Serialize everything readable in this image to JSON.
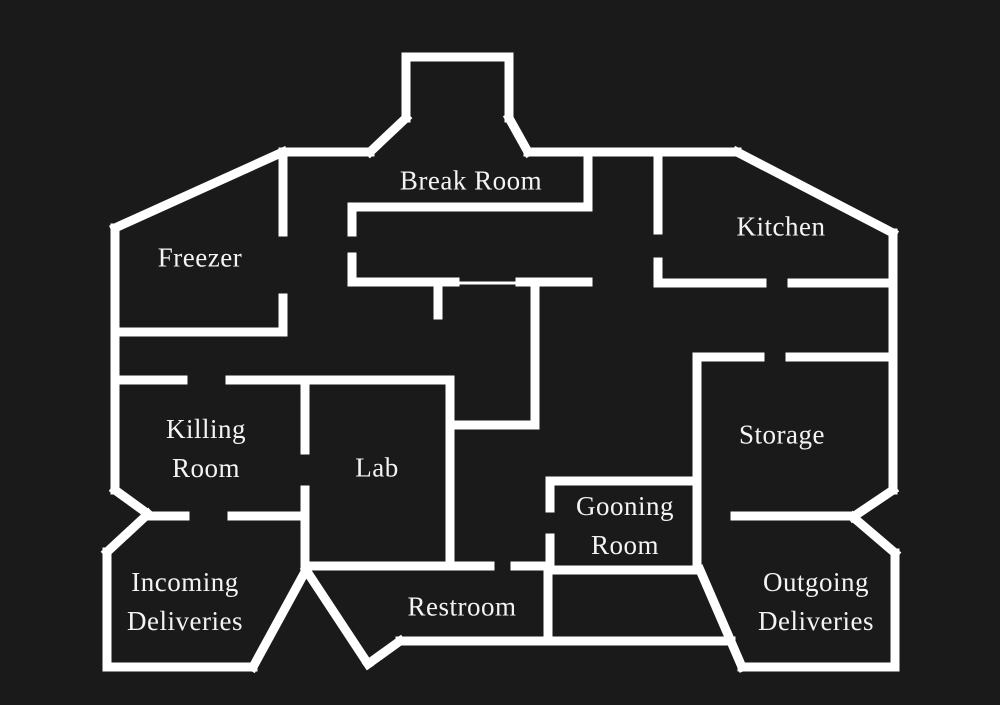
{
  "canvas": {
    "background": "#1a1a1a",
    "wall_color": "#ffffff",
    "text_color": "#f4f4f4"
  },
  "rooms": [
    {
      "id": "break-room",
      "label": "Break Room"
    },
    {
      "id": "freezer",
      "label": "Freezer"
    },
    {
      "id": "kitchen",
      "label": "Kitchen"
    },
    {
      "id": "killing-room",
      "label": "Killing\nRoom"
    },
    {
      "id": "lab",
      "label": "Lab"
    },
    {
      "id": "storage",
      "label": "Storage"
    },
    {
      "id": "gooning-room",
      "label": "Gooning\nRoom"
    },
    {
      "id": "restroom",
      "label": "Restroom"
    },
    {
      "id": "incoming-deliveries",
      "label": "Incoming\nDeliveries"
    },
    {
      "id": "outgoing-deliveries",
      "label": "Outgoing\nDeliveries"
    }
  ]
}
